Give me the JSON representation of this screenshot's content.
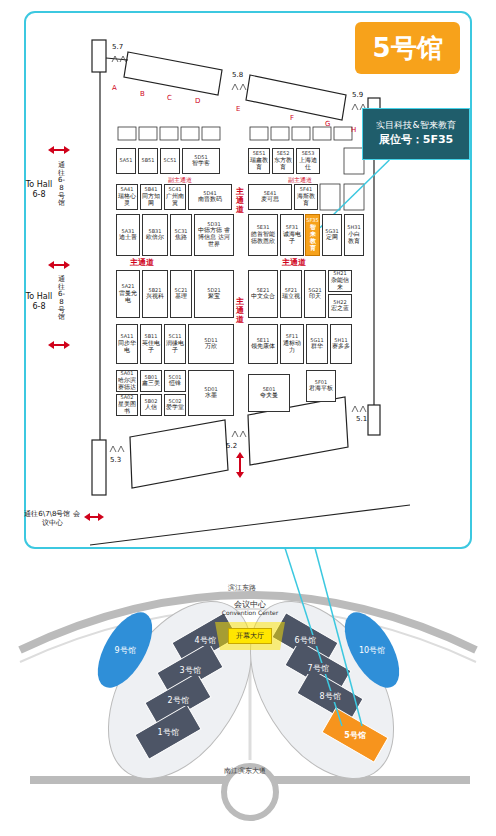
{
  "diagram": {
    "nodes": [
      {
        "text": [
          "5号馆"
        ]
      },
      {
        "text": [
          "实目科技&智来教育",
          "展位号：5F35"
        ]
      },
      {
        "text": [
          "5A51"
        ]
      },
      {
        "text": [
          "5B51"
        ]
      },
      {
        "text": [
          "5C51"
        ]
      },
      {
        "text": [
          "5D51",
          "智学客"
        ]
      },
      {
        "text": [
          "5E51",
          "瑞鑫教育"
        ]
      },
      {
        "text": [
          "5E52",
          "东方教育"
        ]
      },
      {
        "text": [
          "5E53",
          "上海迪仕"
        ]
      },
      {
        "text": [
          "5A41",
          "瑞格心灵"
        ]
      },
      {
        "text": [
          "5B41",
          "同方知网"
        ]
      },
      {
        "text": [
          "5C41",
          "广州南翼"
        ]
      },
      {
        "text": [
          "5D41",
          "南晋数码"
        ]
      },
      {
        "text": [
          "5E41",
          "麦可思"
        ]
      },
      {
        "text": [
          "5F41",
          "海斯教育"
        ]
      },
      {
        "text": [
          "5A31",
          "迪士普"
        ]
      },
      {
        "text": [
          "5B31",
          "欧倍尔"
        ]
      },
      {
        "text": [
          "5C31",
          "焦路"
        ]
      },
      {
        "text": [
          "5D31",
          "中德方德 睿博信息 达河世界"
        ]
      },
      {
        "text": [
          "5E31",
          "皓首智能 德教恩欣"
        ]
      },
      {
        "text": [
          "5F31",
          "诚海电子"
        ]
      },
      {
        "text": [
          "5F35",
          "智来教育"
        ]
      },
      {
        "text": [
          "5G31",
          "定网"
        ]
      },
      {
        "text": [
          "5H31",
          "小白教育"
        ]
      },
      {
        "text": [
          "5A21",
          "雷曼光电"
        ]
      },
      {
        "text": [
          "5B21",
          "兴视科"
        ]
      },
      {
        "text": [
          "5C21",
          "基理"
        ]
      },
      {
        "text": [
          "5D21",
          "聚宝"
        ]
      },
      {
        "text": [
          "5E21",
          "中文众合"
        ]
      },
      {
        "text": [
          "5F21",
          "瑞立视"
        ]
      },
      {
        "text": [
          "5G21",
          "印天"
        ]
      },
      {
        "text": [
          "5H21",
          "杂能信来"
        ]
      },
      {
        "text": [
          "5H22",
          "宏之蓝"
        ]
      },
      {
        "text": [
          "5A11",
          "同步华电"
        ]
      },
      {
        "text": [
          "5B11",
          "英佳电子"
        ]
      },
      {
        "text": [
          "5C11",
          "润缘电子"
        ]
      },
      {
        "text": [
          "5D11",
          "万欣"
        ]
      },
      {
        "text": [
          "5E11",
          "领先康体"
        ]
      },
      {
        "text": [
          "5F11",
          "通标动力"
        ]
      },
      {
        "text": [
          "5G11",
          "群华"
        ]
      },
      {
        "text": [
          "5H11",
          "赛多多"
        ]
      },
      {
        "text": [
          "5A01",
          "哈尔滨赛德达"
        ]
      },
      {
        "text": [
          "5A02",
          "星美图书"
        ]
      },
      {
        "text": [
          "5B01",
          "鑫三美"
        ]
      },
      {
        "text": [
          "5B02",
          "人信"
        ]
      },
      {
        "text": [
          "5C01",
          "恒锋"
        ]
      },
      {
        "text": [
          "5C02",
          "爱学堂"
        ]
      },
      {
        "text": [
          "5D01",
          "水墨"
        ]
      },
      {
        "text": [
          "5E01",
          "夸夫曼"
        ]
      },
      {
        "text": [
          "5F01",
          "君海平板"
        ]
      },
      {
        "text": [
          "会议中心",
          "Convention Center"
        ]
      },
      {
        "text": [
          "开幕大厅"
        ]
      },
      {
        "text": [
          "9号馆"
        ]
      },
      {
        "text": [
          "4号馆"
        ]
      },
      {
        "text": [
          "3号馆"
        ]
      },
      {
        "text": [
          "2号馆"
        ]
      },
      {
        "text": [
          "1号馆"
        ]
      },
      {
        "text": [
          "6号馆"
        ]
      },
      {
        "text": [
          "7号馆"
        ]
      },
      {
        "text": [
          "8号馆"
        ]
      },
      {
        "text": [
          "5号馆"
        ]
      },
      {
        "text": [
          "10号馆"
        ]
      }
    ],
    "edges": [
      {
        "from": 1,
        "to": 21,
        "arrow": "none"
      }
    ],
    "labels": [
      "5.7",
      "5.8",
      "5.9",
      "A",
      "B",
      "C",
      "D",
      "E",
      "F",
      "G",
      "H",
      "副主通道",
      "副主通道",
      "主通道",
      "主通道",
      "主通道",
      "主通道",
      "To Hall 6-8",
      "通往6-8号馆",
      "To Hall 6-8",
      "通往6-8号馆",
      "5.1",
      "5.2",
      "5.3",
      "通往6\\7\\8号馆 会议中心",
      "滨江东路",
      "南江滨东大道"
    ]
  }
}
